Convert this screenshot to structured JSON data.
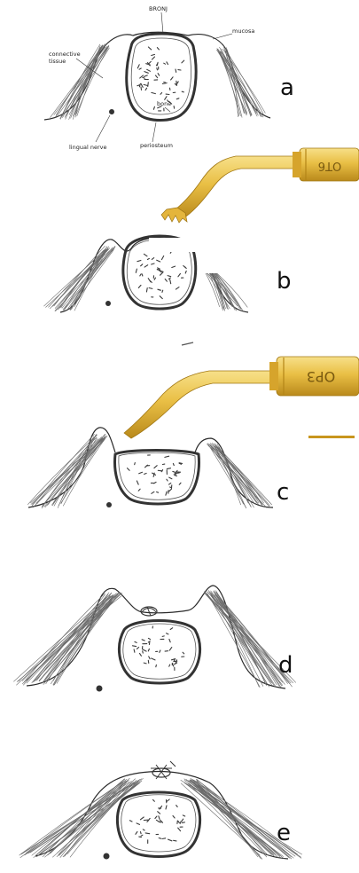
{
  "panels": [
    {
      "letter": "a"
    },
    {
      "letter": "b"
    },
    {
      "letter": "c"
    },
    {
      "letter": "d"
    },
    {
      "letter": "e"
    }
  ],
  "labels": {
    "bronj": "BRONJ",
    "mucosa": "mucosa",
    "connective_tissue_1": "connective",
    "connective_tissue_2": "tissue",
    "bone": "bone",
    "lingual_nerve": "lingual nerve",
    "periosteum": "periosteum"
  },
  "instruments": {
    "tip_top": "OT6",
    "tip_bottom": "OP3"
  },
  "colors": {
    "ink": "#2a2a2a",
    "gold_light": "#f3d46a",
    "gold_mid": "#e2b53a",
    "gold_dark": "#b88a1a"
  }
}
